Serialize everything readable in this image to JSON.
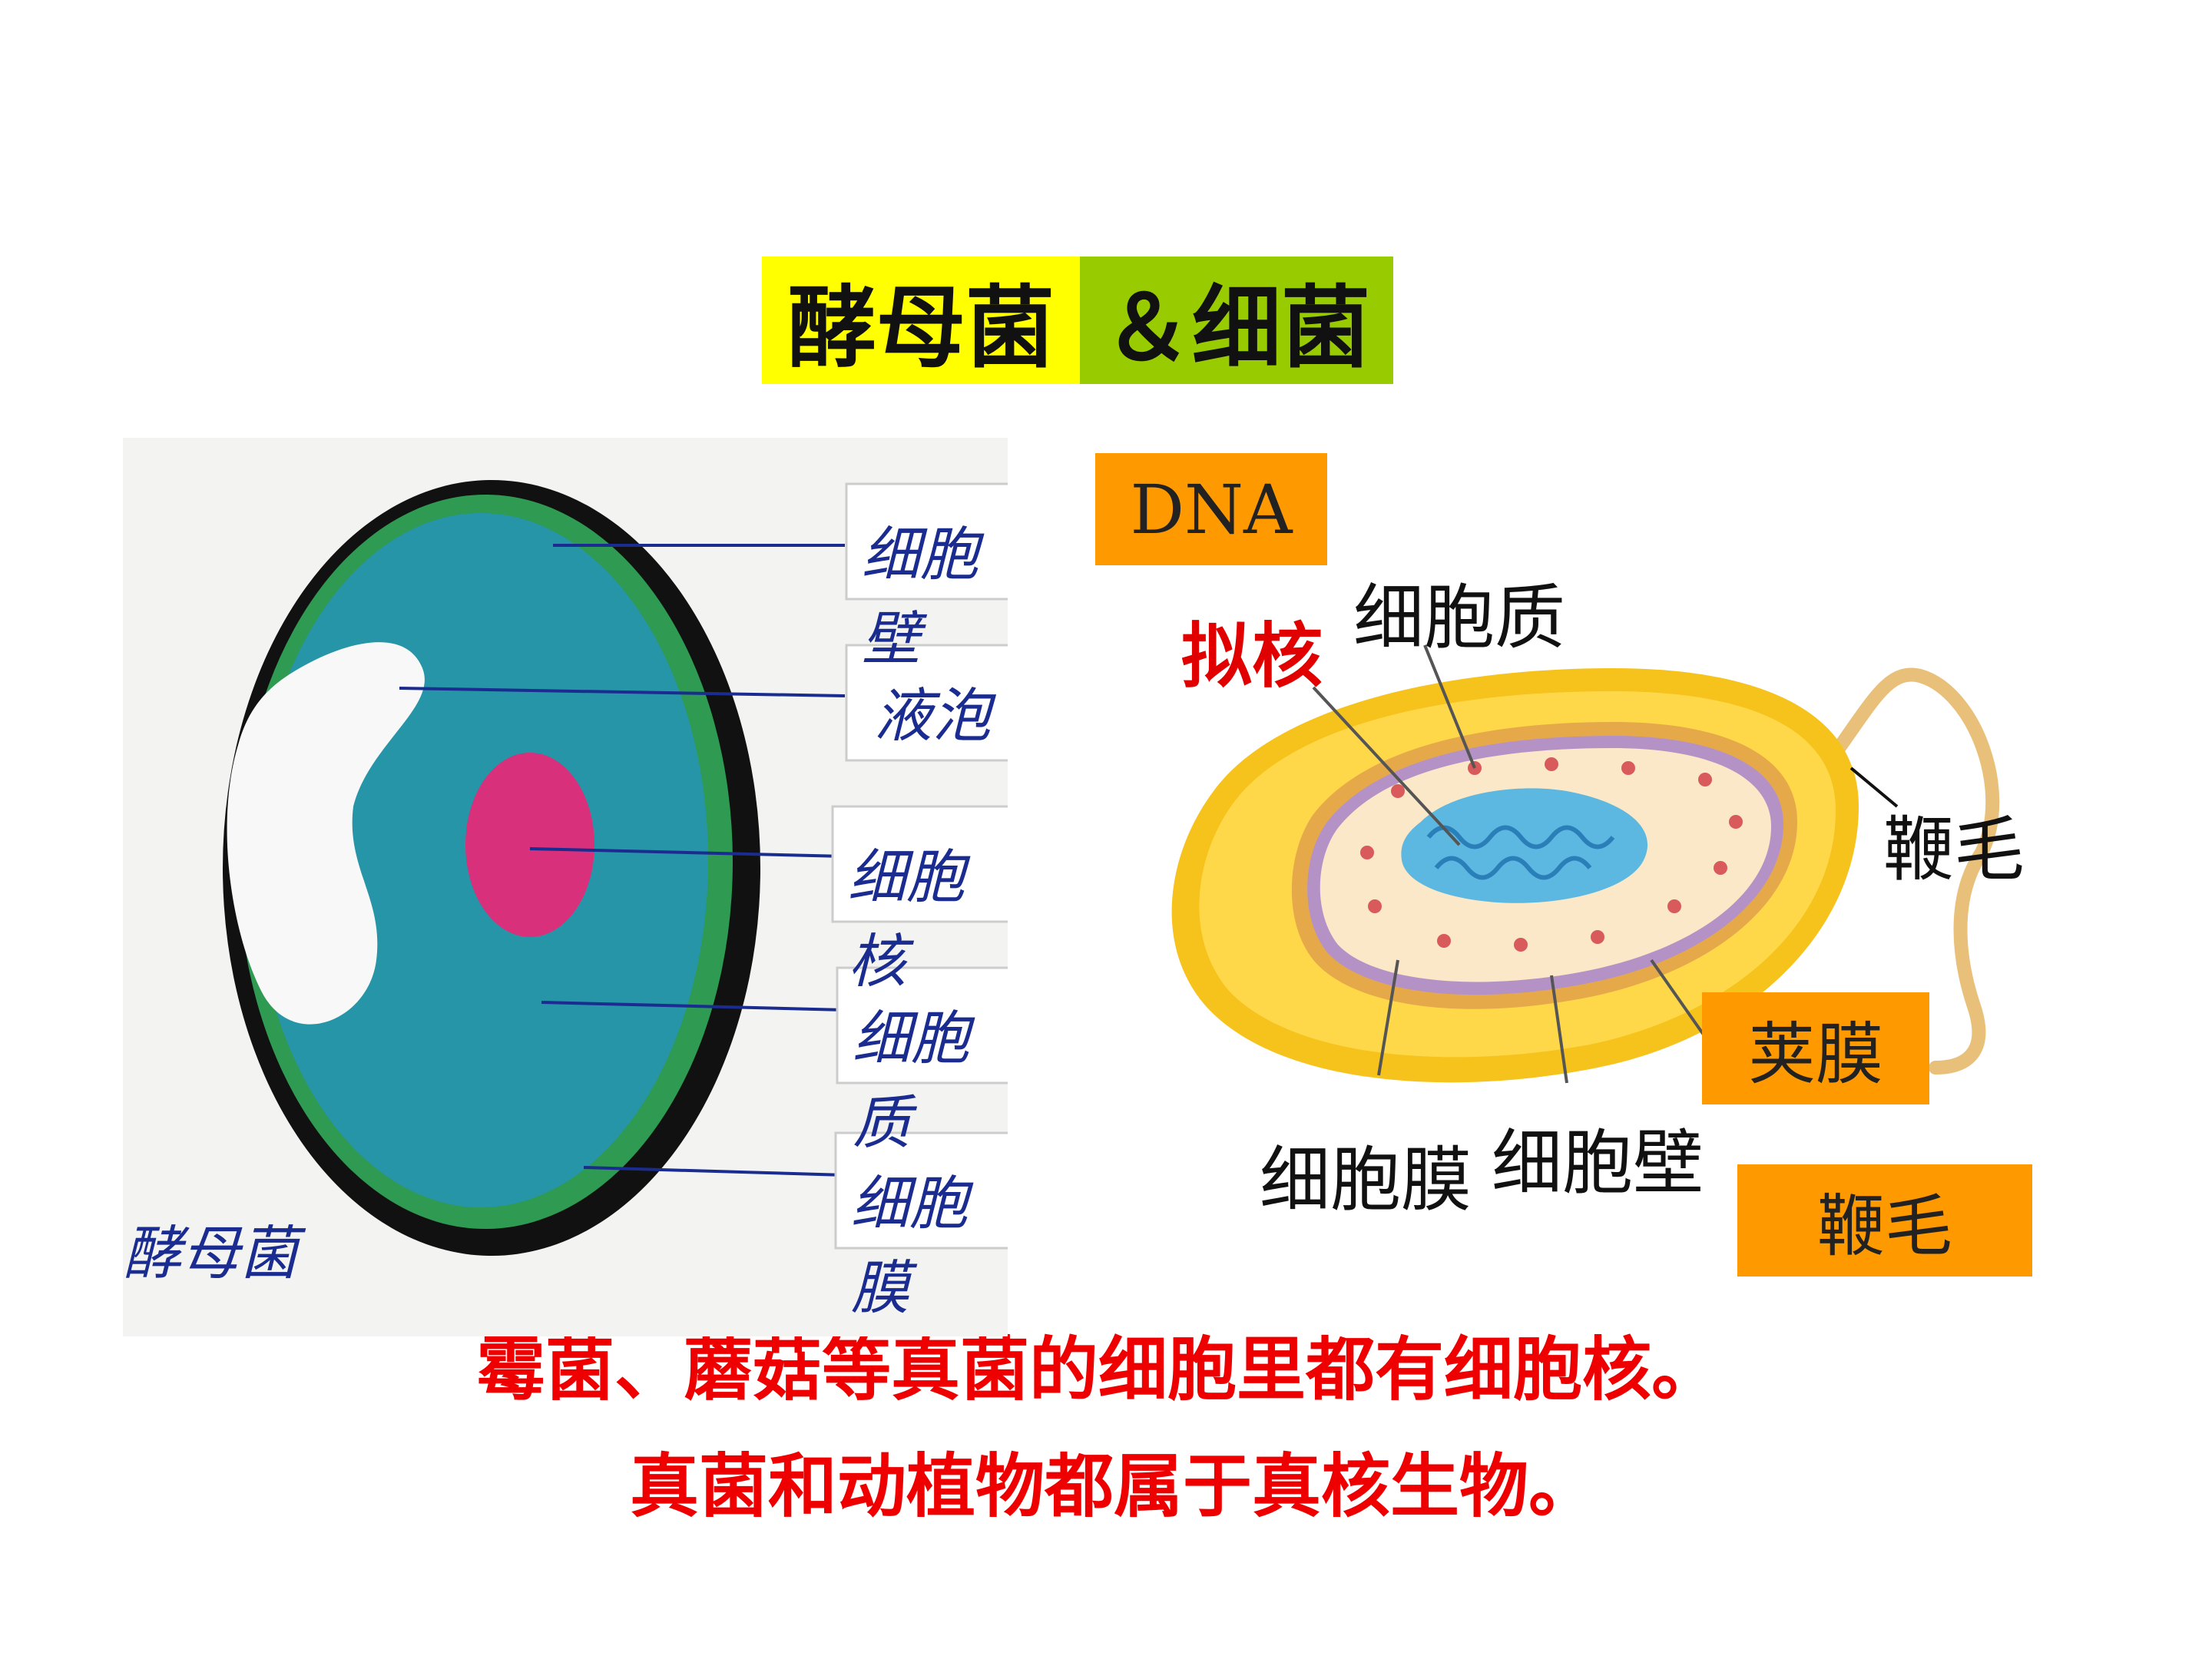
{
  "title": {
    "left": "酵母菌",
    "right": "＆细菌"
  },
  "yeast": {
    "labels": [
      "细胞壁",
      "液泡",
      "细胞核",
      "细胞质",
      "细胞膜"
    ],
    "name": "酵母菌"
  },
  "bacteria": {
    "dna_box": "DNA",
    "nucleoid": "拟核",
    "cytoplasm": "细胞质",
    "flagellum": "鞭毛",
    "capsule_box": "荚膜",
    "membrane": "细胞膜",
    "wall": "细胞壁",
    "flagellum_box": "鞭毛"
  },
  "captions": {
    "line1": "霉菌、蘑菇等真菌的细胞里都有细胞核。",
    "line2": "真菌和动植物都属于真核生物。"
  },
  "colors": {
    "title_left": "#ffff00",
    "title_right": "#99cc00",
    "box": "#ff9900",
    "caption": "#ee0000"
  }
}
